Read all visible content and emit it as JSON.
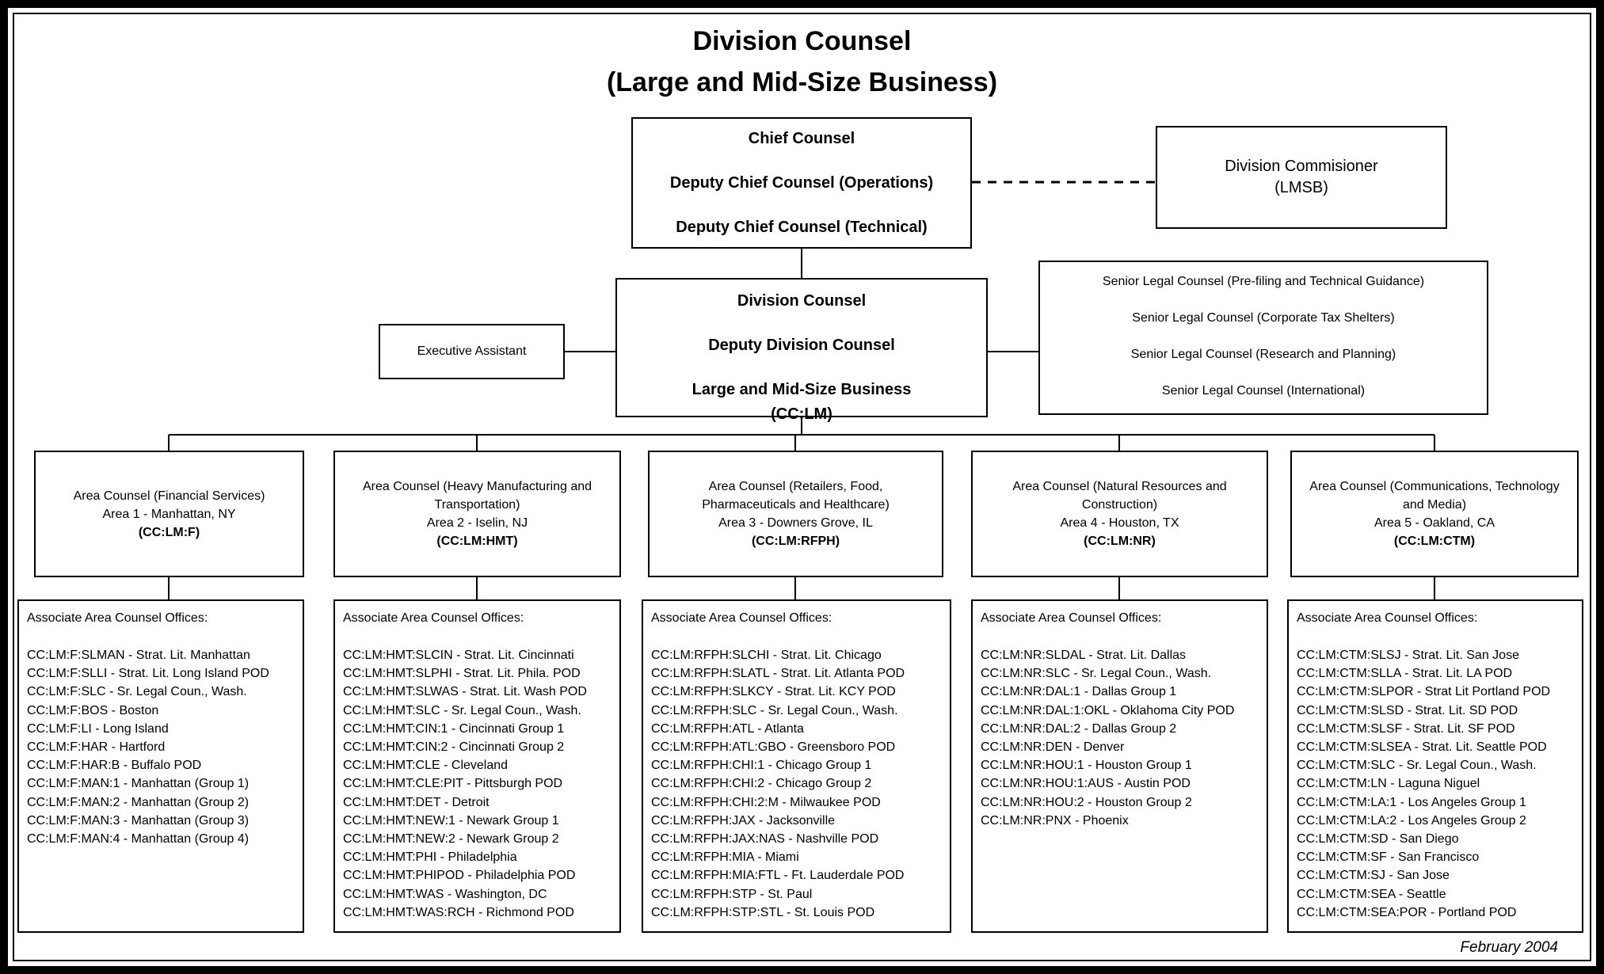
{
  "title": {
    "line1": "Division Counsel",
    "line2": "(Large and Mid-Size Business)"
  },
  "colors": {
    "background": "#ffffff",
    "line": "#000000",
    "text": "#000000"
  },
  "chief_counsel": {
    "lines": [
      "Chief Counsel",
      "Deputy Chief Counsel (Operations)",
      "Deputy Chief Counsel (Technical)"
    ]
  },
  "division_commissioner": {
    "lines": [
      "Division Commisioner",
      "(LMSB)"
    ]
  },
  "division_counsel": {
    "lines": [
      "Division Counsel",
      "Deputy Division Counsel",
      "Large and Mid-Size Business",
      "(CC:LM)"
    ]
  },
  "executive_assistant": {
    "label": "Executive Assistant"
  },
  "senior_legal_counsel": {
    "lines": [
      "Senior Legal Counsel (Pre-filing and Technical Guidance)",
      "Senior Legal Counsel (Corporate Tax Shelters)",
      "Senior Legal Counsel (Research and Planning)",
      "Senior Legal Counsel (International)"
    ]
  },
  "areas": [
    {
      "name": "Area Counsel (Financial Services)",
      "location": "Area 1 - Manhattan, NY",
      "code": "(CC:LM:F)",
      "offices_header": "Associate Area Counsel Offices:",
      "offices": [
        "CC:LM:F:SLMAN - Strat. Lit. Manhattan",
        "CC:LM:F:SLLI - Strat. Lit. Long Island POD",
        "CC:LM:F:SLC - Sr. Legal Coun., Wash.",
        "CC:LM:F:BOS - Boston",
        "CC:LM:F:LI - Long Island",
        "CC:LM:F:HAR - Hartford",
        "CC:LM:F:HAR:B - Buffalo POD",
        "CC:LM:F:MAN:1 - Manhattan (Group 1)",
        "CC:LM:F:MAN:2 - Manhattan (Group 2)",
        "CC:LM:F:MAN:3 - Manhattan (Group 3)",
        "CC:LM:F:MAN:4 - Manhattan (Group 4)"
      ]
    },
    {
      "name": "Area Counsel (Heavy Manufacturing and Transportation)",
      "location": "Area 2 - Iselin, NJ",
      "code": "(CC:LM:HMT)",
      "offices_header": "Associate Area Counsel Offices:",
      "offices": [
        "CC:LM:HMT:SLCIN - Strat. Lit. Cincinnati",
        "CC:LM:HMT:SLPHI - Strat. Lit. Phila. POD",
        "CC:LM:HMT:SLWAS - Strat. Lit. Wash POD",
        "CC:LM:HMT:SLC - Sr. Legal Coun., Wash.",
        "CC:LM:HMT:CIN:1 - Cincinnati Group 1",
        "CC:LM:HMT:CIN:2 - Cincinnati Group 2",
        "CC:LM:HMT:CLE - Cleveland",
        "CC:LM:HMT:CLE:PIT - Pittsburgh POD",
        "CC:LM:HMT:DET - Detroit",
        "CC:LM:HMT:NEW:1 - Newark Group 1",
        "CC:LM:HMT:NEW:2 - Newark Group 2",
        "CC:LM:HMT:PHI - Philadelphia",
        "CC:LM:HMT:PHIPOD - Philadelphia POD",
        "CC:LM:HMT:WAS - Washington, DC",
        "CC:LM:HMT:WAS:RCH - Richmond POD"
      ]
    },
    {
      "name": "Area Counsel (Retailers, Food, Pharmaceuticals and Healthcare)",
      "location": "Area 3 - Downers Grove, IL",
      "code": "(CC:LM:RFPH)",
      "offices_header": "Associate Area Counsel Offices:",
      "offices": [
        "CC:LM:RFPH:SLCHI - Strat. Lit. Chicago",
        "CC:LM:RFPH:SLATL - Strat. Lit. Atlanta POD",
        "CC:LM:RFPH:SLKCY - Strat. Lit. KCY POD",
        "CC:LM:RFPH:SLC - Sr. Legal Coun., Wash.",
        "CC:LM:RFPH:ATL - Atlanta",
        "CC:LM:RFPH:ATL:GBO - Greensboro POD",
        "CC:LM:RFPH:CHI:1 - Chicago Group 1",
        "CC:LM:RFPH:CHI:2 - Chicago Group 2",
        "CC:LM:RFPH:CHI:2:M - Milwaukee POD",
        "CC:LM:RFPH:JAX - Jacksonville",
        "CC:LM:RFPH:JAX:NAS - Nashville POD",
        "CC:LM:RFPH:MIA - Miami",
        "CC:LM:RFPH:MIA:FTL - Ft. Lauderdale POD",
        "CC:LM:RFPH:STP - St. Paul",
        "CC:LM:RFPH:STP:STL - St. Louis POD"
      ]
    },
    {
      "name": "Area Counsel (Natural Resources and Construction)",
      "location": "Area 4 - Houston, TX",
      "code": "(CC:LM:NR)",
      "offices_header": "Associate Area Counsel Offices:",
      "offices": [
        "CC:LM:NR:SLDAL - Strat. Lit. Dallas",
        "CC:LM:NR:SLC - Sr. Legal Coun., Wash.",
        "CC:LM:NR:DAL:1 - Dallas Group 1",
        "CC:LM:NR:DAL:1:OKL - Oklahoma City POD",
        "CC:LM:NR:DAL:2 - Dallas Group 2",
        "CC:LM:NR:DEN - Denver",
        "CC:LM:NR:HOU:1 - Houston Group 1",
        "CC:LM:NR:HOU:1:AUS - Austin POD",
        "CC:LM:NR:HOU:2 - Houston Group 2",
        "CC:LM:NR:PNX - Phoenix"
      ]
    },
    {
      "name": "Area Counsel (Communications, Technology and Media)",
      "location": "Area 5 - Oakland, CA",
      "code": "(CC:LM:CTM)",
      "offices_header": "Associate Area Counsel Offices:",
      "offices": [
        "CC:LM:CTM:SLSJ - Strat. Lit. San Jose",
        "CC:LM:CTM:SLLA - Strat. Lit. LA POD",
        "CC:LM:CTM:SLPOR - Strat Lit Portland POD",
        "CC:LM:CTM:SLSD - Strat. Lit. SD POD",
        "CC:LM:CTM:SLSF - Strat. Lit. SF POD",
        "CC:LM:CTM:SLSEA - Strat. Lit. Seattle POD",
        "CC:LM:CTM:SLC - Sr. Legal Coun., Wash.",
        "CC:LM:CTM:LN - Laguna Niguel",
        "CC:LM:CTM:LA:1 - Los Angeles Group 1",
        "CC:LM:CTM:LA:2 - Los Angeles Group 2",
        "CC:LM:CTM:SD - San Diego",
        "CC:LM:CTM:SF - San Francisco",
        "CC:LM:CTM:SJ - San Jose",
        "CC:LM:CTM:SEA - Seattle",
        "CC:LM:CTM:SEA:POR - Portland POD"
      ]
    }
  ],
  "footer": {
    "date": "February 2004"
  }
}
